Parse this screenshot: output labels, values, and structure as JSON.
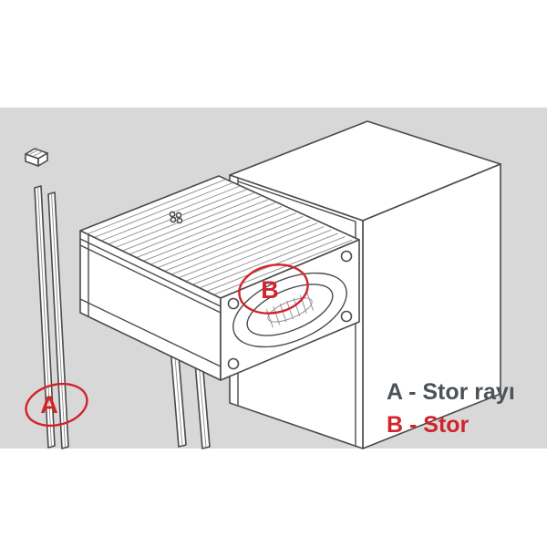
{
  "figure": {
    "background_color": "#ffffff",
    "panel_color": "#d8d8d8",
    "line_color": "#4a4a4a",
    "accent_color": "#d2232a"
  },
  "callouts": {
    "a": {
      "letter": "A"
    },
    "b": {
      "letter": "B"
    }
  },
  "legend": {
    "line_a": "A - Stor rayı",
    "line_a_color": "#4c5257",
    "line_b": "B - Stor",
    "line_b_color": "#d2232a"
  }
}
